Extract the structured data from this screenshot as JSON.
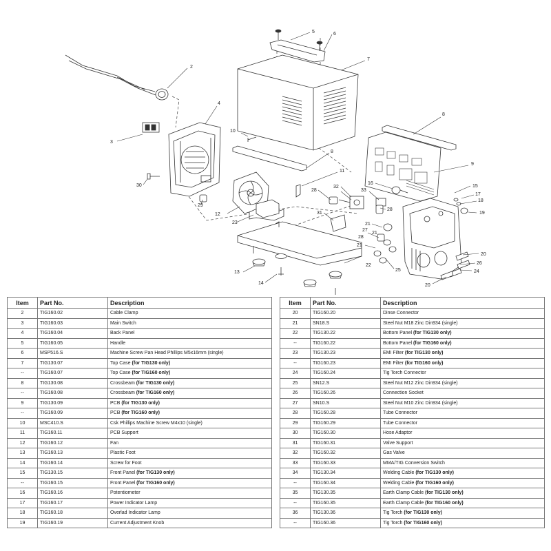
{
  "headers": {
    "item": "Item",
    "part_no": "Part No.",
    "description": "Description"
  },
  "diagram": {
    "callouts": [
      "2",
      "3",
      "4",
      "5",
      "6",
      "7",
      "8",
      "8",
      "9",
      "10",
      "11",
      "12",
      "13",
      "14",
      "15",
      "16",
      "17",
      "18",
      "19",
      "20",
      "20",
      "21",
      "21",
      "21",
      "22",
      "23",
      "24",
      "25",
      "26",
      "27",
      "28",
      "28",
      "28",
      "29",
      "30",
      "31",
      "32",
      "33"
    ]
  },
  "left_rows": [
    {
      "item": "2",
      "part": "TIG160.02",
      "desc": "Cable Clamp",
      "note": ""
    },
    {
      "item": "3",
      "part": "TIG160.03",
      "desc": "Main Switch",
      "note": ""
    },
    {
      "item": "4",
      "part": "TIG160.04",
      "desc": "Back Panel",
      "note": ""
    },
    {
      "item": "5",
      "part": "TIG160.05",
      "desc": "Handle",
      "note": ""
    },
    {
      "item": "6",
      "part": "MSP516.S",
      "desc": "Machine Screw Pan Head Phillips M5x16mm (single)",
      "note": ""
    },
    {
      "item": "7",
      "part": "TIG130.07",
      "desc": "Top Case ",
      "note": "(for TIG130 only)"
    },
    {
      "item": "--",
      "part": "TIG160.07",
      "desc": "Top Case ",
      "note": "(for TIG160 only)"
    },
    {
      "item": "8",
      "part": "TIG130.08",
      "desc": "Crossbeam ",
      "note": "(for TIG130 only)"
    },
    {
      "item": "--",
      "part": "TIG160.08",
      "desc": "Crossbeam ",
      "note": "(for TIG160 only)"
    },
    {
      "item": "9",
      "part": "TIG130.09",
      "desc": "PCB ",
      "note": "(for TIG130 only)"
    },
    {
      "item": "--",
      "part": "TIG160.09",
      "desc": "PCB ",
      "note": "(for TIG160 only)"
    },
    {
      "item": "10",
      "part": "MSC410.S",
      "desc": "Csk Phillips Machine Screw M4x10 (single)",
      "note": ""
    },
    {
      "item": "11",
      "part": "TIG160.11",
      "desc": "PCB Support",
      "note": ""
    },
    {
      "item": "12",
      "part": "TIG160.12",
      "desc": "Fan",
      "note": ""
    },
    {
      "item": "13",
      "part": "TIG160.13",
      "desc": "Plastic Foot",
      "note": ""
    },
    {
      "item": "14",
      "part": "TIG160.14",
      "desc": "Screw for Foot",
      "note": ""
    },
    {
      "item": "15",
      "part": "TIG130.15",
      "desc": "Front Panel ",
      "note": "(for TIG130 only)"
    },
    {
      "item": "--",
      "part": "TIG160.15",
      "desc": "Front Panel ",
      "note": "(for TIG160 only)"
    },
    {
      "item": "16",
      "part": "TIG160.16",
      "desc": "Potentiometer",
      "note": ""
    },
    {
      "item": "17",
      "part": "TIG160.17",
      "desc": "Power Indicator Lamp",
      "note": ""
    },
    {
      "item": "18",
      "part": "TIG160.18",
      "desc": "Overlad Indicator Lamp",
      "note": ""
    },
    {
      "item": "19",
      "part": "TIG160.19",
      "desc": "Current Adjustment Knob",
      "note": ""
    }
  ],
  "right_rows": [
    {
      "item": "20",
      "part": "TIG160.20",
      "desc": "Dinse Connector",
      "note": ""
    },
    {
      "item": "21",
      "part": "SN18.S",
      "desc": "Steel Nut M18 Zinc Din934 (single)",
      "note": ""
    },
    {
      "item": "22",
      "part": "TIG130.22",
      "desc": "Bottom Panel ",
      "note": "(for TIG130 only)"
    },
    {
      "item": "--",
      "part": "TIG160.22",
      "desc": "Bottom Panel ",
      "note": "(for TIG160 only)"
    },
    {
      "item": "23",
      "part": "TIG130.23",
      "desc": "EMI Filter ",
      "note": "(for TIG130 only)"
    },
    {
      "item": "--",
      "part": "TIG160.23",
      "desc": "EMI Filter ",
      "note": "(for TIG160 only)"
    },
    {
      "item": "24",
      "part": "TIG160.24",
      "desc": "Tig Torch Connector",
      "note": ""
    },
    {
      "item": "25",
      "part": "SN12.S",
      "desc": "Steel Nut M12 Zinc Din934 (single)",
      "note": ""
    },
    {
      "item": "26",
      "part": "TIG160.26",
      "desc": "Connection Socket",
      "note": ""
    },
    {
      "item": "27",
      "part": "SN10.S",
      "desc": "Steel Nut M10 Zinc Din934 (single)",
      "note": ""
    },
    {
      "item": "28",
      "part": "TIG160.28",
      "desc": "Tube Connector",
      "note": ""
    },
    {
      "item": "29",
      "part": "TIG160.29",
      "desc": "Tube Connector",
      "note": ""
    },
    {
      "item": "30",
      "part": "TIG160.30",
      "desc": "Hose Adaptor",
      "note": ""
    },
    {
      "item": "31",
      "part": "TIG160.31",
      "desc": "Valve Support",
      "note": ""
    },
    {
      "item": "32",
      "part": "TIG160.32",
      "desc": "Gas Valve",
      "note": ""
    },
    {
      "item": "33",
      "part": "TIG160.33",
      "desc": "MMA/TIG Conversion Switch",
      "note": ""
    },
    {
      "item": "34",
      "part": "TIG130.34",
      "desc": "Welding Cable ",
      "note": "(for TIG130 only)"
    },
    {
      "item": "--",
      "part": "TIG160.34",
      "desc": "Welding Cable ",
      "note": "(for TIG160 only)"
    },
    {
      "item": "35",
      "part": "TIG130.35",
      "desc": "Earth Clamp Cable ",
      "note": "(for TIG130 only)"
    },
    {
      "item": "--",
      "part": "TIG160.35",
      "desc": "Earth Clamp Cable ",
      "note": "(for TIG160 only)"
    },
    {
      "item": "36",
      "part": "TIG130.36",
      "desc": "Tig Torch ",
      "note": "(for TIG130 only)"
    },
    {
      "item": "--",
      "part": "TIG160.36",
      "desc": "Tig Torch ",
      "note": "(for TIG160 only)"
    }
  ]
}
